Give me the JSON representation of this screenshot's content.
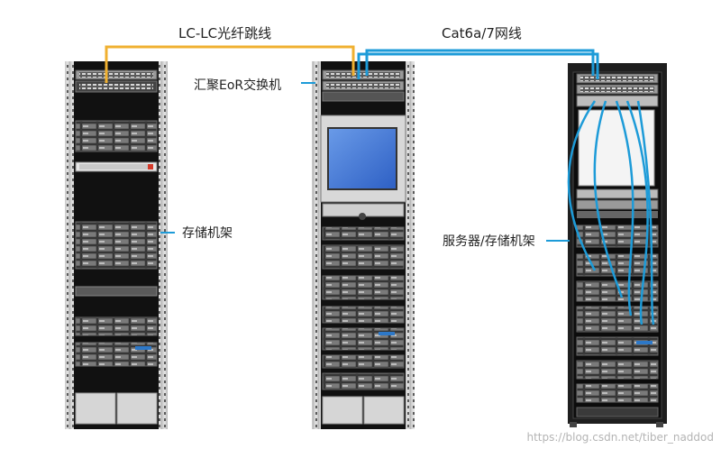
{
  "labels": {
    "fiber_link": "LC-LC光纤跳线",
    "copper_link": "Cat6a/7网线",
    "eor_switch": "汇聚EoR交换机",
    "storage_rack": "存储机架",
    "server_storage_rack": "服务器/存储机架"
  },
  "watermark": "https://blog.csdn.net/tiber_naddod",
  "colors": {
    "fiber_cable": "#f0b030",
    "copper_cable": "#1d9bd8",
    "rack_frame": "#2a2a2a",
    "rack_rail": "#8d8d8d"
  }
}
